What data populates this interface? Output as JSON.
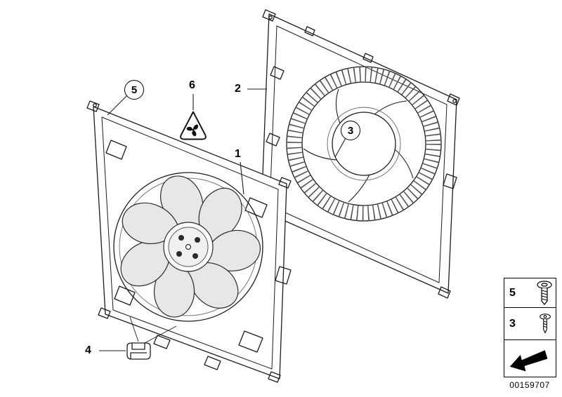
{
  "diagram": {
    "type": "exploded-parts-diagram",
    "subject": "Fan shroud and cooling fan mounting parts"
  },
  "callouts": {
    "part1": "1",
    "part2": "2",
    "part3": "3",
    "part4": "4",
    "part5": "5",
    "part6": "6"
  },
  "legend": {
    "row1_label": "5",
    "row2_label": "3"
  },
  "icons": {
    "warning": "fan-hazard-warning-triangle",
    "legend_row1": "torx-screw",
    "legend_row2": "torx-screw-small",
    "stamp": "direction-arrow"
  },
  "footer": {
    "part_number": "00159707"
  },
  "colors": {
    "background": "#ffffff",
    "line": "#1c1c1c"
  }
}
